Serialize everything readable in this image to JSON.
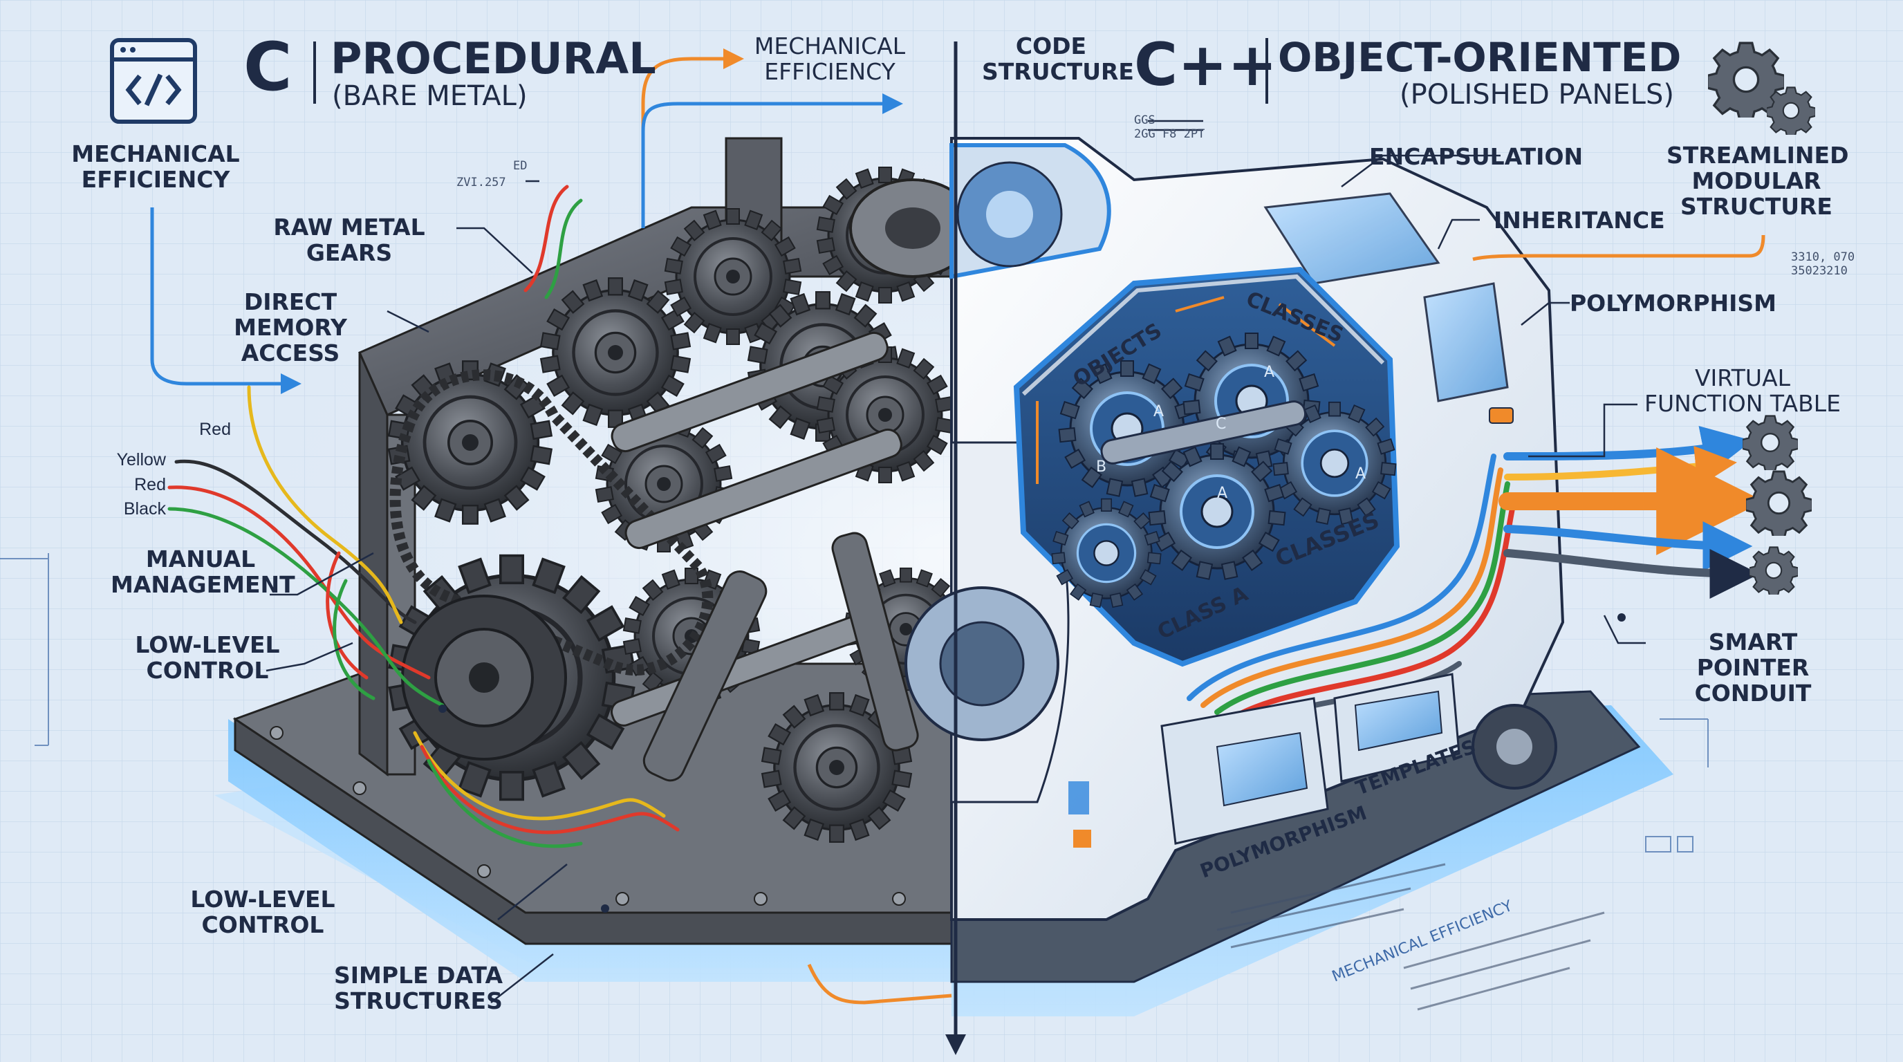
{
  "header_left": {
    "letter": "C",
    "title": "PROCEDURAL",
    "subtitle": "(BARE METAL)"
  },
  "header_right": {
    "letter": "C++",
    "title": "OBJECT-ORIENTED",
    "subtitle": "(POLISHED PANELS)"
  },
  "top_center": {
    "left_label": "MECHANICAL\nEFFICIENCY",
    "right_label": "CODE\nSTRUCTURE"
  },
  "left_labels": {
    "mechanical_efficiency": "MECHANICAL\nEFFICIENCY",
    "raw_metal_gears": "RAW METAL GEARS",
    "direct_memory_access": "DIRECT MEMORY\nACCESS",
    "manual_management": "MANUAL\nMANAGEMENT",
    "low_level_control_1": "LOW-LEVEL\nCONTROL",
    "low_level_control_2": "LOW-LEVEL\nCONTROL",
    "simple_data_structures": "SIMPLE DATA\nSTRUCTURES"
  },
  "wires": {
    "red_top": "Red",
    "yellow": "Yellow",
    "red": "Red",
    "black": "Black"
  },
  "right_labels": {
    "encapsulation": "ENCAPSULATION",
    "inheritance": "INHERITANCE",
    "polymorphism": "POLYMORPHISM",
    "streamlined": "STREAMLINED\nMODULAR\nSTRUCTURE",
    "virtual_function_table": "VIRTUAL\nFUNCTION TABLE",
    "smart_pointer_conduit": "SMART POINTER\nCONDUIT"
  },
  "panel_labels": {
    "objects": "OBJECTS",
    "classes_top": "CLASSES",
    "classes_bottom": "CLASSES",
    "class_a": "CLASS A",
    "polymorphism": "POLYMORPHISM",
    "templates": "TEMPLATES",
    "mechanical_efficiency": "MECHANICAL EFFICIENCY",
    "gear_letters": [
      "A",
      "B",
      "A",
      "C",
      "A",
      "A"
    ]
  },
  "tiny_text": {
    "left_code": "ZVI.257",
    "left_code_2": "ED",
    "center_code": "GGS\n2GG F8 2PT",
    "right_code": "3310, 070\n35023210"
  },
  "colors": {
    "blueprint": "#dfeaf6",
    "accent_blue": "#2f86dd",
    "accent_orange": "#f08a2a",
    "metal_dark": "#3c3f45",
    "panel_white": "#f3f6fa"
  }
}
